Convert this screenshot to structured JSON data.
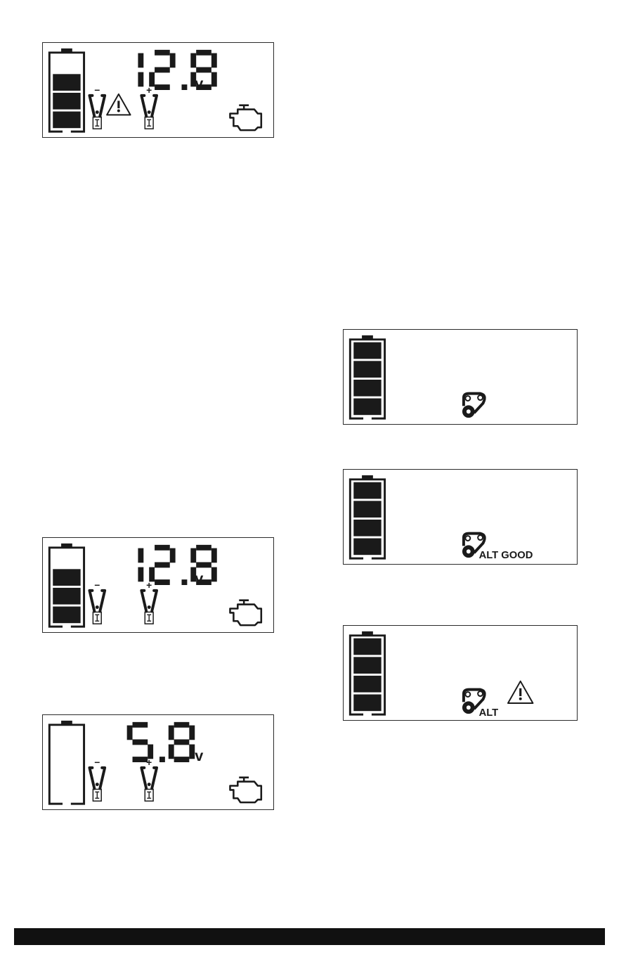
{
  "panels": [
    {
      "id": "voltage-warning",
      "voltage": "12.8",
      "unit": "v",
      "battery_bars": 3,
      "warning": true
    },
    {
      "id": "voltage-normal",
      "voltage": "12.8",
      "unit": "v",
      "battery_bars": 3,
      "warning": false
    },
    {
      "id": "voltage-low",
      "voltage": "5.8",
      "unit": "v",
      "battery_bars": 0,
      "warning": false
    },
    {
      "id": "alt-belt",
      "battery_bars": 4,
      "alt_text": "",
      "warning": false
    },
    {
      "id": "alt-good",
      "battery_bars": 4,
      "alt_text": "ALT GOOD",
      "warning": false
    },
    {
      "id": "alt-warning",
      "battery_bars": 4,
      "alt_text": "ALT",
      "warning": true
    }
  ],
  "clamp_labels": {
    "negative": "−",
    "positive": "+"
  },
  "colors": {
    "segment": "#1a1a1a",
    "frame": "#2b2b2b",
    "bar": "#111111"
  },
  "icons": [
    "battery-icon",
    "negative-clamp-icon",
    "positive-clamp-icon",
    "warning-triangle-icon",
    "engine-icon",
    "alternator-belt-icon"
  ]
}
